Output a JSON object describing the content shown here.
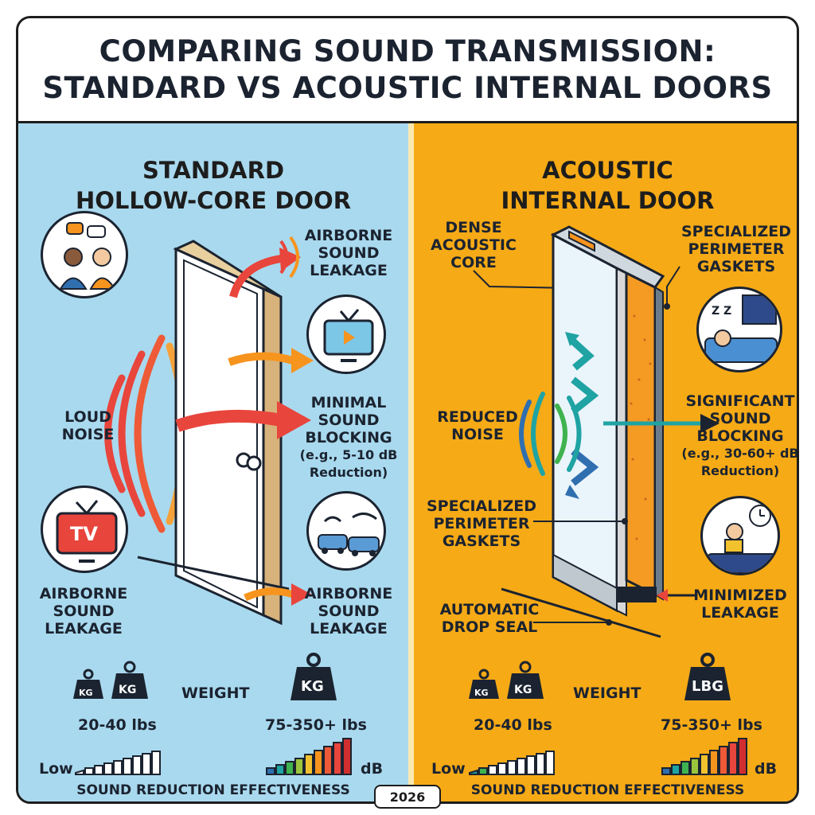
{
  "title": {
    "line1": "COMPARING SOUND TRANSMISSION:",
    "line2": "STANDARD VS ACOUSTIC INTERNAL DOORS"
  },
  "left": {
    "heading1": "STANDARD",
    "heading2": "HOLLOW-CORE DOOR",
    "loud_noise": [
      "LOUD",
      "NOISE"
    ],
    "leak_top": [
      "AIRBORNE",
      "SOUND",
      "LEAKAGE"
    ],
    "minimal_blocking": [
      "MINIMAL",
      "SOUND",
      "BLOCKING",
      "(e.g., 5-10 dB",
      "Reduction)"
    ],
    "leak_left": [
      "AIRBORNE",
      "SOUND",
      "LEAKAGE"
    ],
    "leak_bottom": [
      "AIRBORNE",
      "SOUND",
      "LEAKAGE"
    ],
    "tv_text": "TV",
    "weight_label": "WEIGHT",
    "weight_small_kg": "KG",
    "weight_mid_kg": "KG",
    "weight_big": "KG",
    "weight_low": "20-40 lbs",
    "weight_high": "75-350+ lbs",
    "scale_low": "Low",
    "scale_high": "dB",
    "effectiveness": "SOUND REDUCTION EFFECTIVENESS"
  },
  "right": {
    "heading1": "ACOUSTIC",
    "heading2": "INTERNAL DOOR",
    "core": [
      "DENSE",
      "ACOUSTIC",
      "CORE"
    ],
    "gaskets_top": [
      "SPECIALIZED",
      "PERIMETER",
      "GASKETS"
    ],
    "reduced_noise": [
      "REDUCED",
      "NOISE"
    ],
    "significant_blocking": [
      "SIGNIFICANT",
      "SOUND",
      "BLOCKING",
      "(e.g., 30-60+ dB",
      "Reduction)"
    ],
    "gaskets_left": [
      "SPECIALIZED",
      "PERIMETER",
      "GASKETS"
    ],
    "drop_seal": [
      "AUTOMATIC",
      "DROP SEAL"
    ],
    "minimized": [
      "MINIMIZED",
      "LEAKAGE"
    ],
    "sleep_z": "Z Z",
    "weight_label": "WEIGHT",
    "weight_small_kg": "KG",
    "weight_mid_kg": "KG",
    "weight_big": "LBG",
    "weight_low": "20-40 lbs",
    "weight_high": "75-350+ lbs",
    "scale_low": "Low",
    "scale_high": "dB",
    "effectiveness": "SOUND REDUCTION EFFECTIVENESS"
  },
  "footer": {
    "year": "2026"
  },
  "colors": {
    "left_bg": "#a9d9ee",
    "right_bg": "#f6aa16",
    "wave_red": "#e8453c",
    "wave_orange": "#f7941d",
    "wave_teal": "#1fa3a3",
    "core_orange": "#f59a23",
    "outline": "#1b2330"
  }
}
